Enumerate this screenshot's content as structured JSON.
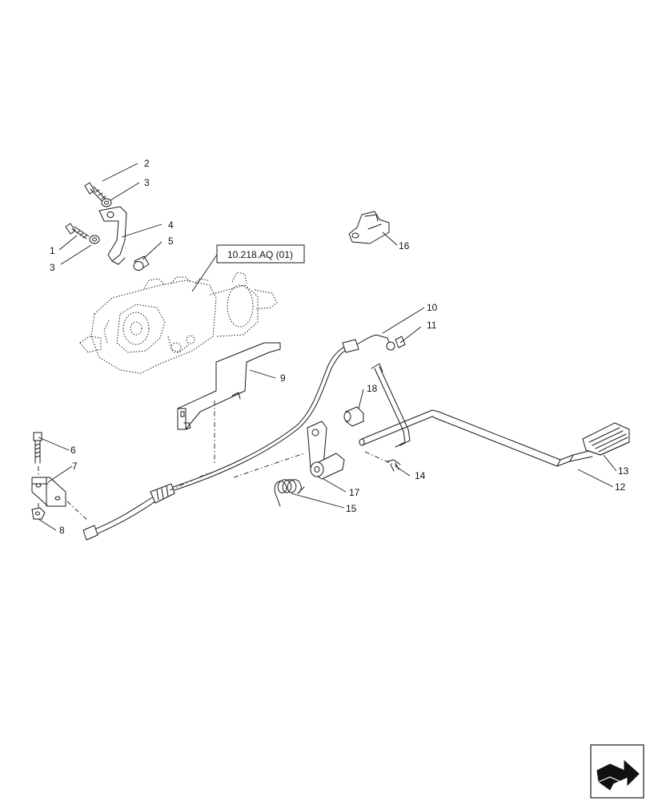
{
  "reference_label": "10.218.AQ (01)",
  "callouts": {
    "c1": "1",
    "c2": "2",
    "c3a": "3",
    "c3b": "3",
    "c4": "4",
    "c5": "5",
    "c6": "6",
    "c7": "7",
    "c8": "8",
    "c9": "9",
    "c10": "10",
    "c11": "11",
    "c12": "12",
    "c13": "13",
    "c14": "14",
    "c15": "15",
    "c16": "16",
    "c17": "17",
    "c18": "18"
  },
  "nav_icon": "next-page-arrow-icon"
}
